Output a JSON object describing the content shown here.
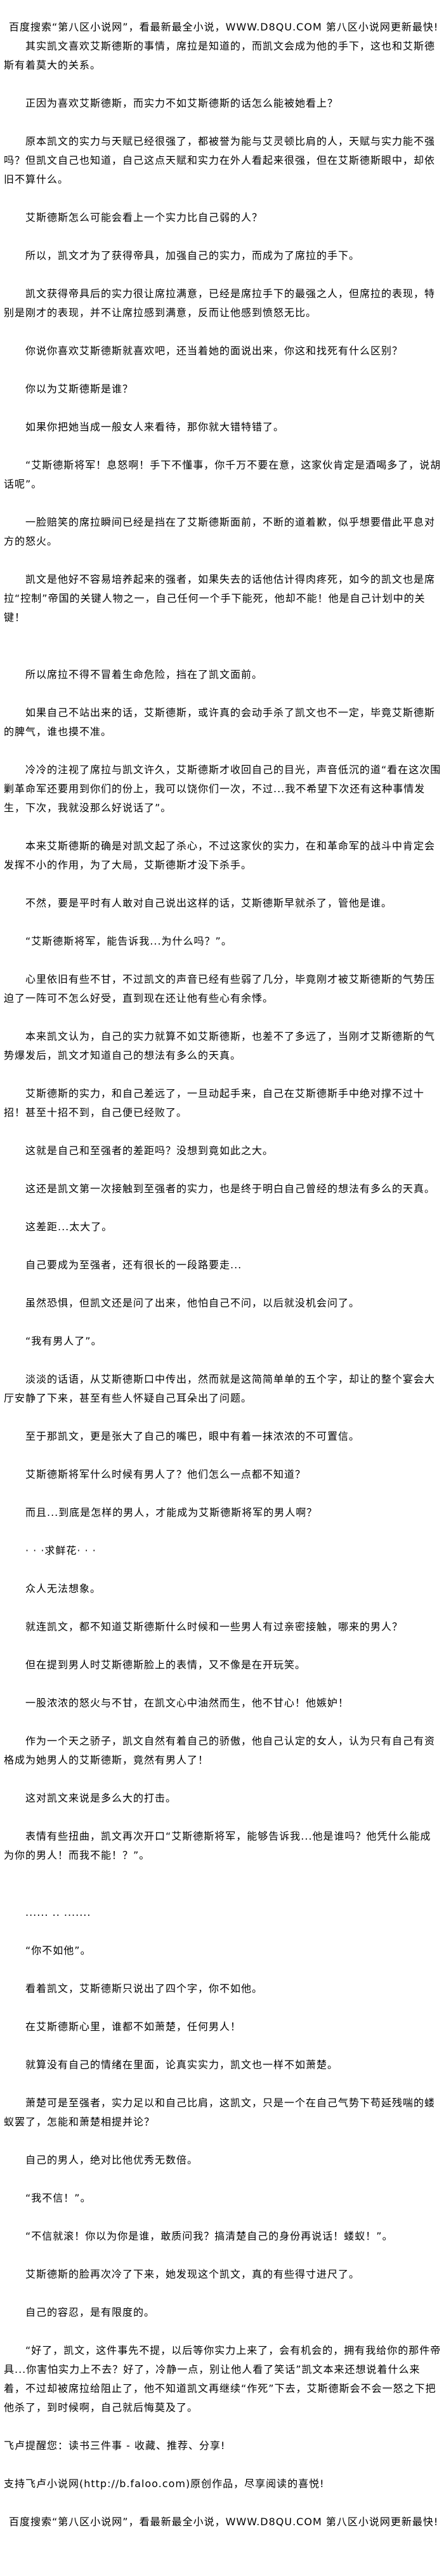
{
  "banner": "百度搜索“第八区小说网”，看最新最全小说，WWW.D8QU.COM   第八区小说网更新最快!",
  "paragraphs": [
    "其实凯文喜欢艾斯德斯的事情，席拉是知道的，而凯文会成为他的手下，这也和艾斯德斯有着莫大的关系。",
    "正因为喜欢艾斯德斯，而实力不如艾斯德斯的话怎么能被她看上？",
    "原本凯文的实力与天赋已经很强了，都被誉为能与艾灵顿比肩的人，天赋与实力能不强吗？但凯文自己也知道，自己这点天赋和实力在外人看起来很强，但在艾斯德斯眼中，却依旧不算什么。",
    "艾斯德斯怎么可能会看上一个实力比自己弱的人？",
    "所以，凯文才为了获得帝具，加强自己的实力，而成为了席拉的手下。",
    "凯文获得帝具后的实力很让席拉满意，已经是席拉手下的最强之人，但席拉的表现，特别是刚才的表现，并不让席拉感到满意，反而让他感到愤怒无比。",
    "你说你喜欢艾斯德斯就喜欢吧，还当着她的面说出来，你这和找死有什么区别？",
    "你以为艾斯德斯是谁？",
    "如果你把她当成一般女人来看待，那你就大错特错了。",
    "“艾斯德斯将军！息怒啊！手下不懂事，你千万不要在意，这家伙肯定是酒喝多了，说胡话呢”。",
    "一脸赔笑的席拉瞬间已经是挡在了艾斯德斯面前，不断的道着歉，似乎想要借此平息对方的怒火。",
    "凯文是他好不容易培养起来的强者，如果失去的话他估计得肉疼死，如今的凯文也是席拉“控制”帝国的关键人物之一，自己任何一个手下能死，他却不能！他是自己计划中的关键！",
    "所以席拉不得不冒着生命危险，挡在了凯文面前。",
    "如果自己不站出来的话，艾斯德斯，或许真的会动手杀了凯文也不一定，毕竟艾斯德斯的脾气，谁也摸不准。",
    "冷冷的注视了席拉与凯文许久，艾斯德斯才收回自己的目光，声音低沉的道“看在这次围剿革命军还要用到你们的份上，我可以饶你们一次，不过...我不希望下次还有这种事情发生，下次，我就没那么好说话了”。",
    "本来艾斯德斯的确是对凯文起了杀心，不过这家伙的实力，在和革命军的战斗中肯定会发挥不小的作用，为了大局，艾斯德斯才没下杀手。",
    "不然，要是平时有人敢对自己说出这样的话，艾斯德斯早就杀了，管他是谁。",
    "“艾斯德斯将军，能告诉我...为什么吗？”。",
    "心里依旧有些不甘，不过凯文的声音已经有些弱了几分，毕竟刚才被艾斯德斯的气势压迫了一阵可不怎么好受，直到现在还让他有些心有余悸。",
    "本来凯文认为，自己的实力就算不如艾斯德斯，也差不了多远了，当刚才艾斯德斯的气势爆发后，凯文才知道自己的想法有多么的天真。",
    "艾斯德斯的实力，和自己差远了，一旦动起手来，自己在艾斯德斯手中绝对撑不过十招！甚至十招不到，自己便已经败了。",
    "这就是自己和至强者的差距吗？没想到竟如此之大。",
    "这还是凯文第一次接触到至强者的实力，也是终于明白自己曾经的想法有多么的天真。",
    "这差距...太大了。",
    "自己要成为至强者，还有很长的一段路要走...",
    "虽然恐惧，但凯文还是问了出来，他怕自己不问，以后就没机会问了。",
    "“我有男人了”。",
    "淡淡的话语，从艾斯德斯口中传出，然而就是这简简单单的五个字，却让的整个宴会大厅安静了下来，甚至有些人怀疑自己耳朵出了问题。",
    "至于那凯文，更是张大了自己的嘴巴，眼中有着一抹浓浓的不可置信。",
    "艾斯德斯将军什么时候有男人了？他们怎么一点都不知道？",
    "而且...到底是怎样的男人，才能成为艾斯德斯将军的男人啊？",
    "·  · ·求鲜花· ·  ·",
    "众人无法想象。",
    "就连凯文，都不知道艾斯德斯什么时候和一些男人有过亲密接触，哪来的男人？",
    "但在提到男人时艾斯德斯脸上的表情，又不像是在开玩笑。",
    "一股浓浓的怒火与不甘，在凯文心中油然而生，他不甘心！他嫉妒！",
    "作为一个天之骄子，凯文自然有着自己的骄傲，他自己认定的女人，认为只有自己有资格成为她男人的艾斯德斯，竟然有男人了！",
    "这对凯文来说是多么大的打击。",
    "表情有些扭曲，凯文再次开口“艾斯德斯将军，能够告诉我...他是谁吗？他凭什么能成为你的男人！而我不能！？”。",
    "...... .. .......",
    "“你不如他”。",
    "看着凯文，艾斯德斯只说出了四个字，你不如他。",
    "在艾斯德斯心里，谁都不如萧楚，任何男人！",
    "就算没有自己的情绪在里面，论真实实力，凯文也一样不如萧楚。",
    "萧楚可是至强者，实力足以和自己比肩，这凯文，只是一个在自己气势下苟延残喘的蝼蚁罢了，怎能和萧楚相提并论？",
    "自己的男人，绝对比他优秀无数倍。",
    "“我不信！”。",
    "“不信就滚！你以为你是谁，敢质问我？搞清楚自己的身份再说话！蝼蚁！”。",
    "艾斯德斯的脸再次冷了下来，她发现这个凯文，真的有些得寸进尺了。",
    "自己的容忍，是有限度的。",
    "“好了，凯文，这件事先不提，以后等你实力上来了，会有机会的，拥有我给你的那件帝具...你害怕实力上不去？好了，冷静一点，别让他人看了笑话”凯文本来还想说着什么来着，不过却被席拉给阻止了，他不知道凯文再继续“作死”下去，艾斯德斯会不会一怒之下把他杀了，到时候啊，自己就后悔莫及了。"
  ],
  "footer": {
    "reminder": "飞卢提醒您：读书三件事 - 收藏、推荐、分享!",
    "support": "支持飞卢小说网(http://b.faloo.com)原创作品，尽享阅读的喜悦!",
    "banner": "百度搜索“第八区小说网”，看最新最全小说，WWW.D8QU.COM   第八区小说网更新最快!"
  }
}
